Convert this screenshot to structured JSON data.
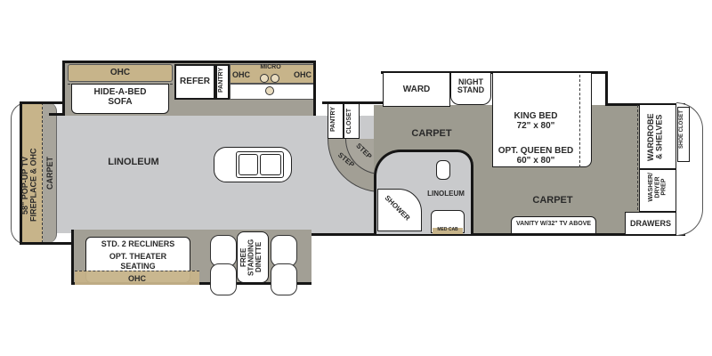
{
  "floorplan": {
    "type": "fifth-wheel RV floor plan",
    "colors": {
      "linoleum": "#c9cacc",
      "carpet": "#9d9b90",
      "cabinet_tan": "#c7b48a",
      "wall": "#161616",
      "fixture": "#ffffff"
    },
    "living": {
      "ohc_top": "OHC",
      "sofa": "HIDE-A-BED\nSOFA",
      "refer": "REFER",
      "pantry_top": "PANTRY",
      "ohc_left": "OHC",
      "micro": "MICRO",
      "ohc_right": "OHC",
      "floor": "LINOLEUM",
      "front_cabinet": "58\" POP-UP TV\nFIREPLACE & OHC",
      "front_carpet": "CARPET",
      "recliners_line1": "STD. 2 RECLINERS",
      "recliners_line2": "OPT. THEATER",
      "recliners_line3": "SEATING",
      "ohc_bottom": "OHC",
      "dinette": "FREE\nSTANDING\nDINETTE"
    },
    "middle": {
      "pantry": "PANTRY",
      "closet": "CLOSET",
      "step1": "STEP",
      "step2": "STEP"
    },
    "bath": {
      "floor": "LINOLEUM",
      "shower": "SHOWER",
      "med_cab": "MED CAB"
    },
    "bedroom": {
      "ward": "WARD",
      "night_stand": "NIGHT\nSTAND",
      "carpet_upper": "CARPET",
      "bed_line1": "KING BED",
      "bed_line2": "72\" x 80\"",
      "bed_line3": "OPT. QUEEN BED",
      "bed_line4": "60\" x 80\"",
      "carpet_lower": "CARPET",
      "vanity": "VANITY W/32\" TV ABOVE",
      "wardrobe": "WARDROBE\n& SHELVES",
      "shoe_closet": "SHOE CLOSET",
      "washer": "WASHER/\nDRYER\nPREP",
      "drawers": "DRAWERS"
    }
  }
}
